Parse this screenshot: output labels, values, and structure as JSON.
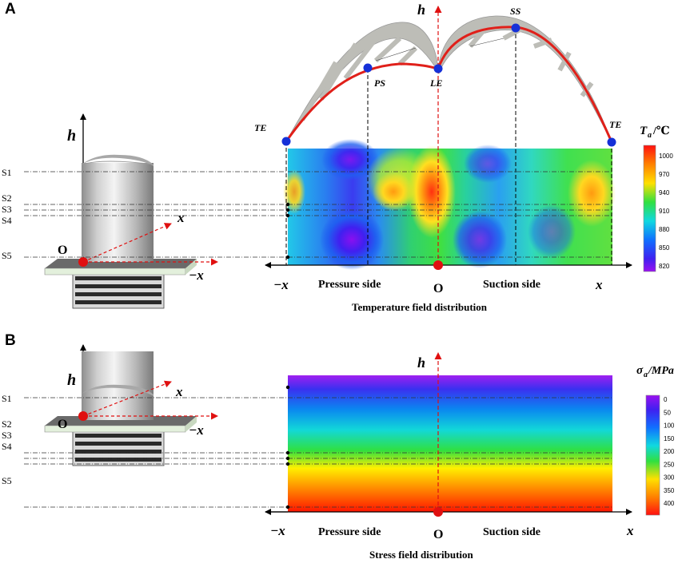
{
  "panels": {
    "a": {
      "letter": "A",
      "h_label": "h",
      "origin_label": "O",
      "x_label": "x",
      "neg_x_label": "−x",
      "sections": [
        "S1",
        "S2",
        "S3",
        "S4",
        "S5"
      ],
      "points": {
        "te_left": "TE",
        "te_right": "TE",
        "ps": "PS",
        "le": "LE",
        "ss": "SS"
      },
      "bottom_left": "−x",
      "bottom_right": "x",
      "side_left": "Pressure side",
      "side_right": "Suction side",
      "origin_bottom": "O",
      "caption": "Temperature field distribution",
      "colorbar": {
        "title_sym": "T",
        "title_sub": "a",
        "title_unit": "/℃",
        "ticks": [
          "1000",
          "970",
          "940",
          "910",
          "880",
          "850",
          "820"
        ]
      }
    },
    "b": {
      "letter": "B",
      "h_label": "h",
      "origin_label": "O",
      "x_label": "x",
      "neg_x_label": "−x",
      "sections": [
        "S1",
        "S2",
        "S3",
        "S4",
        "S5"
      ],
      "bottom_left": "−x",
      "bottom_right": "x",
      "side_left": "Pressure side",
      "side_right": "Suction side",
      "origin_bottom": "O",
      "caption": "Stress field distribution",
      "colorbar": {
        "title_sym": "σ",
        "title_sub": "a",
        "title_unit": "/MPa",
        "ticks": [
          "0",
          "50",
          "100",
          "150",
          "200",
          "250",
          "300",
          "350",
          "400"
        ]
      }
    }
  },
  "colors": {
    "airfoil_outline": "#e0201a",
    "marker_blue": "#1530d8",
    "marker_red": "#e01010",
    "blade_gray": "#c9c9c4",
    "platform_green": "#e3f0dc"
  }
}
